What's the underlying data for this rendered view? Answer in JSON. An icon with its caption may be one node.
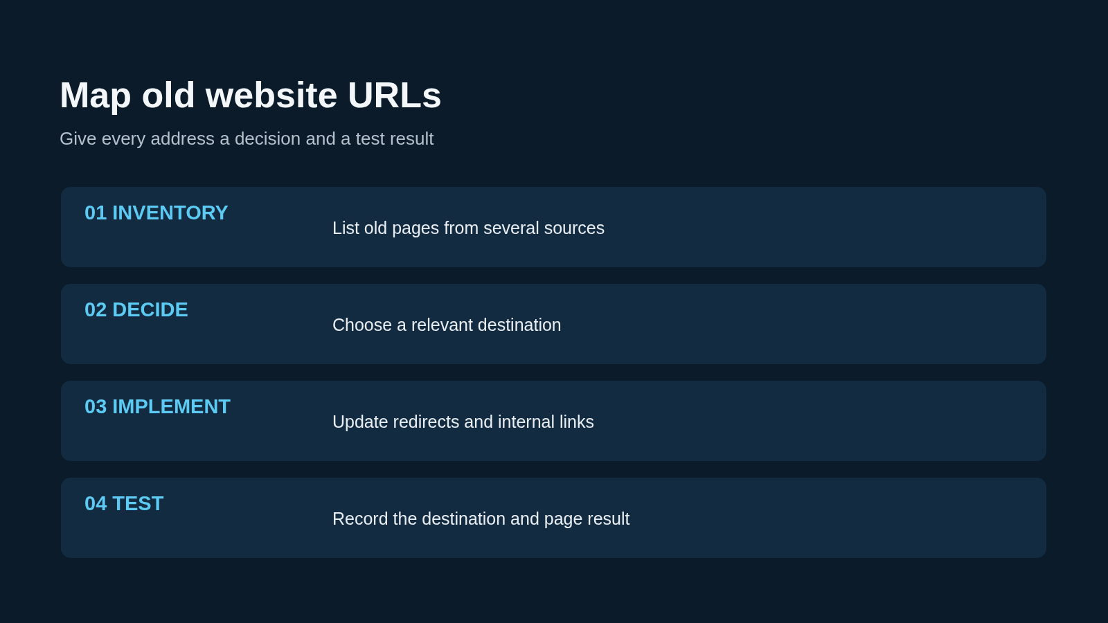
{
  "diagram": {
    "title": "Map old website URLs",
    "nodes": [
      {
        "text": [
          "01 INVENTORY",
          "List old pages from several sources"
        ]
      },
      {
        "text": [
          "02 DECIDE",
          "Choose a relevant destination"
        ]
      },
      {
        "text": [
          "03 IMPLEMENT",
          "Update redirects and internal links"
        ]
      },
      {
        "text": [
          "04 TEST",
          "Record the destination and page result"
        ]
      }
    ],
    "edges": [],
    "labels": [
      "Give every address a decision and a test result"
    ]
  }
}
